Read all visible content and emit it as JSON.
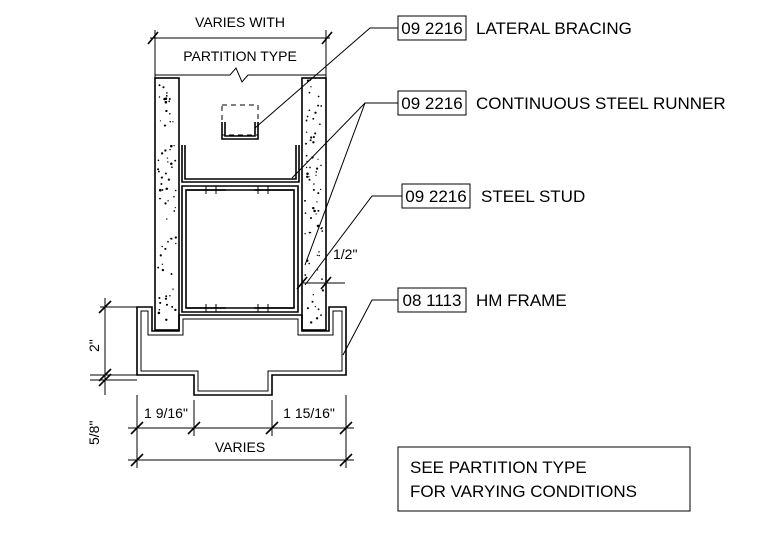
{
  "dimensions": {
    "top_line1": "VARIES WITH",
    "top_line2": "PARTITION TYPE",
    "half_inch": "1/2\"",
    "two_inch": "2\"",
    "five_eighths": "5/8\"",
    "left_width": "1 9/16\"",
    "right_width": "1 15/16\"",
    "overall": "VARIES"
  },
  "callouts": [
    {
      "code": "09 2216",
      "text": "LATERAL BRACING"
    },
    {
      "code": "09 2216",
      "text": "CONTINUOUS STEEL RUNNER"
    },
    {
      "code": "09 2216",
      "text": "STEEL STUD"
    },
    {
      "code": "08 1113",
      "text": "HM FRAME"
    }
  ],
  "note": {
    "line1": "SEE PARTITION TYPE",
    "line2": "FOR VARYING CONDITIONS"
  },
  "hatch_color": "#000000"
}
